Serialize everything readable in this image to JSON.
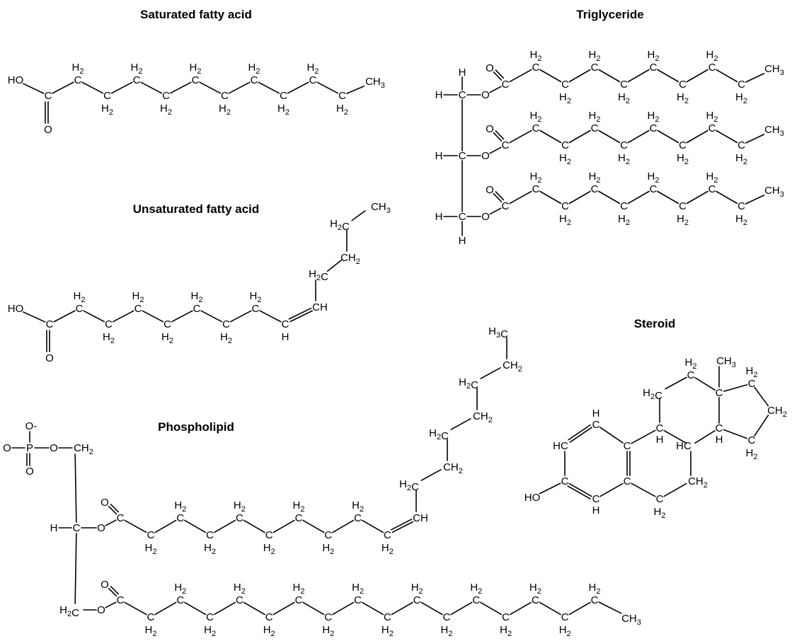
{
  "titles": {
    "saturated": "Saturated fatty acid",
    "unsaturated": "Unsaturated fatty acid",
    "triglyceride": "Triglyceride",
    "phospholipid": "Phospholipid",
    "steroid": "Steroid"
  },
  "atoms": {
    "c": "C",
    "h2": "H2",
    "ho": "HO",
    "o": "O",
    "ch3": "CH3",
    "h3c": "H3C",
    "ch2": "CH2",
    "h2c": "H2C",
    "ch": "CH",
    "h": "H",
    "hc": "HC",
    "p": "P",
    "o_minus": "O-"
  }
}
